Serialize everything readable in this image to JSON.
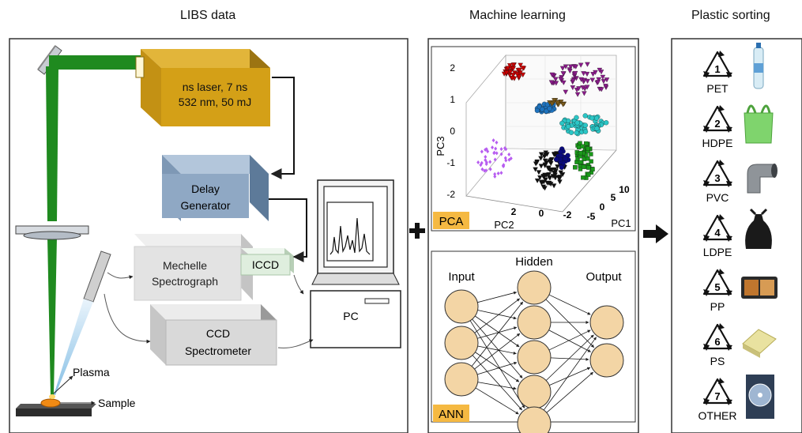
{
  "headers": {
    "libs": "LIBS data",
    "ml": "Machine learning",
    "sorting": "Plastic sorting"
  },
  "libs_setup": {
    "laser_line1": "ns laser, 7 ns",
    "laser_line2": "532 nm, 50 mJ",
    "delay_line1": "Delay",
    "delay_line2": "Generator",
    "mechelle_line1": "Mechelle",
    "mechelle_line2": "Spectrograph",
    "iccd": "ICCD",
    "ccd_line1": "CCD",
    "ccd_line2": "Spectrometer",
    "pc": "PC",
    "plasma": "Plasma",
    "sample": "Sample",
    "colors": {
      "beam": "#1f8a1f",
      "laser": "#d4a017",
      "delay": "#8fa8c4",
      "spectrograph": "#e3e3e3",
      "iccd": "#dfeede",
      "plasma": "#cfe6f5"
    }
  },
  "pca": {
    "tag": "PCA",
    "z_axis_label": "PC3",
    "x_axis_label": "PC2",
    "y_axis_label": "PC1",
    "z_ticks": [
      "2",
      "1",
      "0",
      "-1",
      "-2"
    ],
    "pc2_ticks": [
      "2",
      "0",
      "-2"
    ],
    "pc1_ticks": [
      "-5",
      "0",
      "5",
      "10"
    ],
    "cluster_colors": [
      "#cc0000",
      "#8a1a8a",
      "#1e73be",
      "#2bc6c6",
      "#111111",
      "#1a9a1a",
      "#b75df0",
      "#7a5a1a",
      "#0a0a80"
    ]
  },
  "ann": {
    "tag": "ANN",
    "input_label": "Input",
    "hidden_label": "Hidden",
    "output_label": "Output",
    "node_color": "#f3d5a5",
    "layers": [
      3,
      5,
      2
    ]
  },
  "plastics": [
    {
      "code": "1",
      "name": "PET",
      "item": "bottle"
    },
    {
      "code": "2",
      "name": "HDPE",
      "item": "bag"
    },
    {
      "code": "3",
      "name": "PVC",
      "item": "pipe-elbow"
    },
    {
      "code": "4",
      "name": "LDPE",
      "item": "trash-bag"
    },
    {
      "code": "5",
      "name": "PP",
      "item": "food-tray"
    },
    {
      "code": "6",
      "name": "PS",
      "item": "foam-box"
    },
    {
      "code": "7",
      "name": "OTHER",
      "item": "cd-case"
    }
  ],
  "connectors": {
    "plus_color": "#111111",
    "arrow_color": "#111111",
    "tag_color": "#f5b942"
  }
}
